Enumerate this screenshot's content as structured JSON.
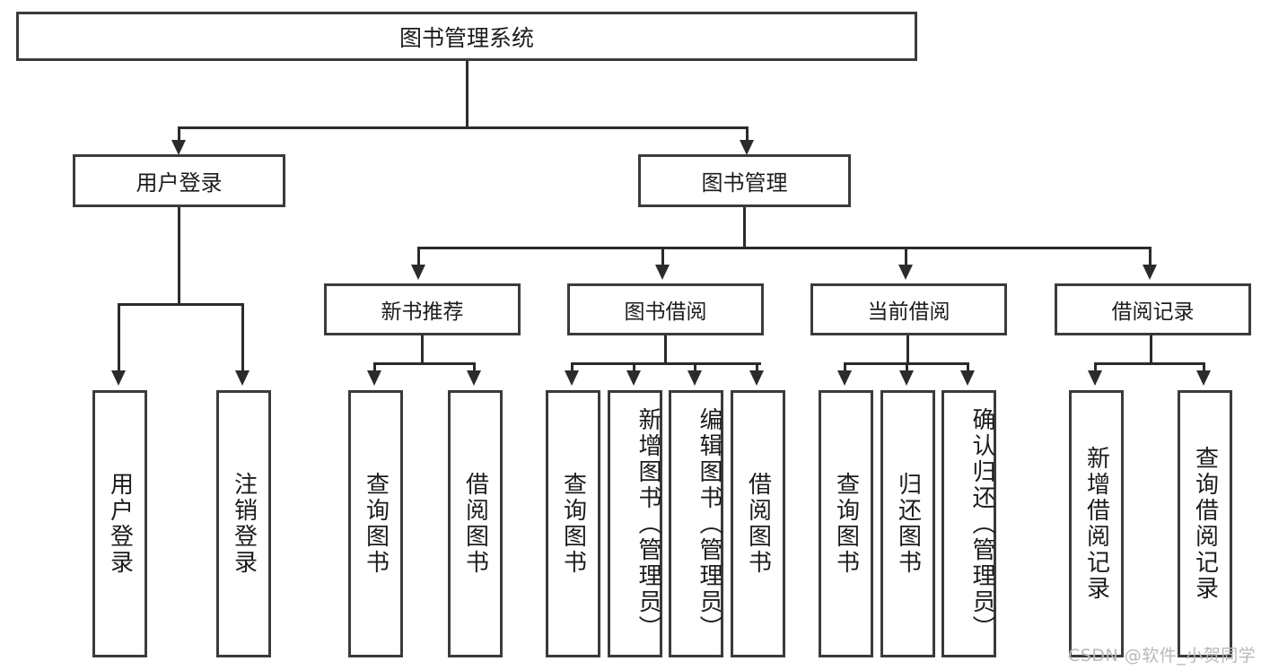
{
  "diagram": {
    "title": "图书管理系统",
    "type": "tree-hierarchy-diagram",
    "colors": {
      "box_border": "#3b3b3b",
      "connector": "#2b2b2b",
      "background": "#ffffff",
      "text": "#1c1c1c",
      "watermark": "#b9b9b9"
    },
    "root": {
      "label": "图书管理系统"
    },
    "level2": [
      {
        "label": "用户登录"
      },
      {
        "label": "图书管理"
      }
    ],
    "level3": [
      {
        "label": "新书推荐"
      },
      {
        "label": "图书借阅"
      },
      {
        "label": "当前借阅"
      },
      {
        "label": "借阅记录"
      }
    ],
    "leaves": {
      "user_login": [
        {
          "label": "用户登录"
        },
        {
          "label": "注销登录"
        }
      ],
      "new_book_recommend": [
        {
          "label": "查询图书"
        },
        {
          "label": "借阅图书"
        }
      ],
      "book_borrow": [
        {
          "label": "查询图书"
        },
        {
          "label": "新增图书（管理员）"
        },
        {
          "label": "编辑图书（管理员）"
        },
        {
          "label": "借阅图书"
        }
      ],
      "current_borrow": [
        {
          "label": "查询图书"
        },
        {
          "label": "归还图书"
        },
        {
          "label": "确认归还（管理员）"
        }
      ],
      "borrow_record": [
        {
          "label": "新增借阅记录"
        },
        {
          "label": "查询借阅记录"
        }
      ]
    }
  },
  "watermark": {
    "text": "CSDN @软件_小贺同学"
  }
}
